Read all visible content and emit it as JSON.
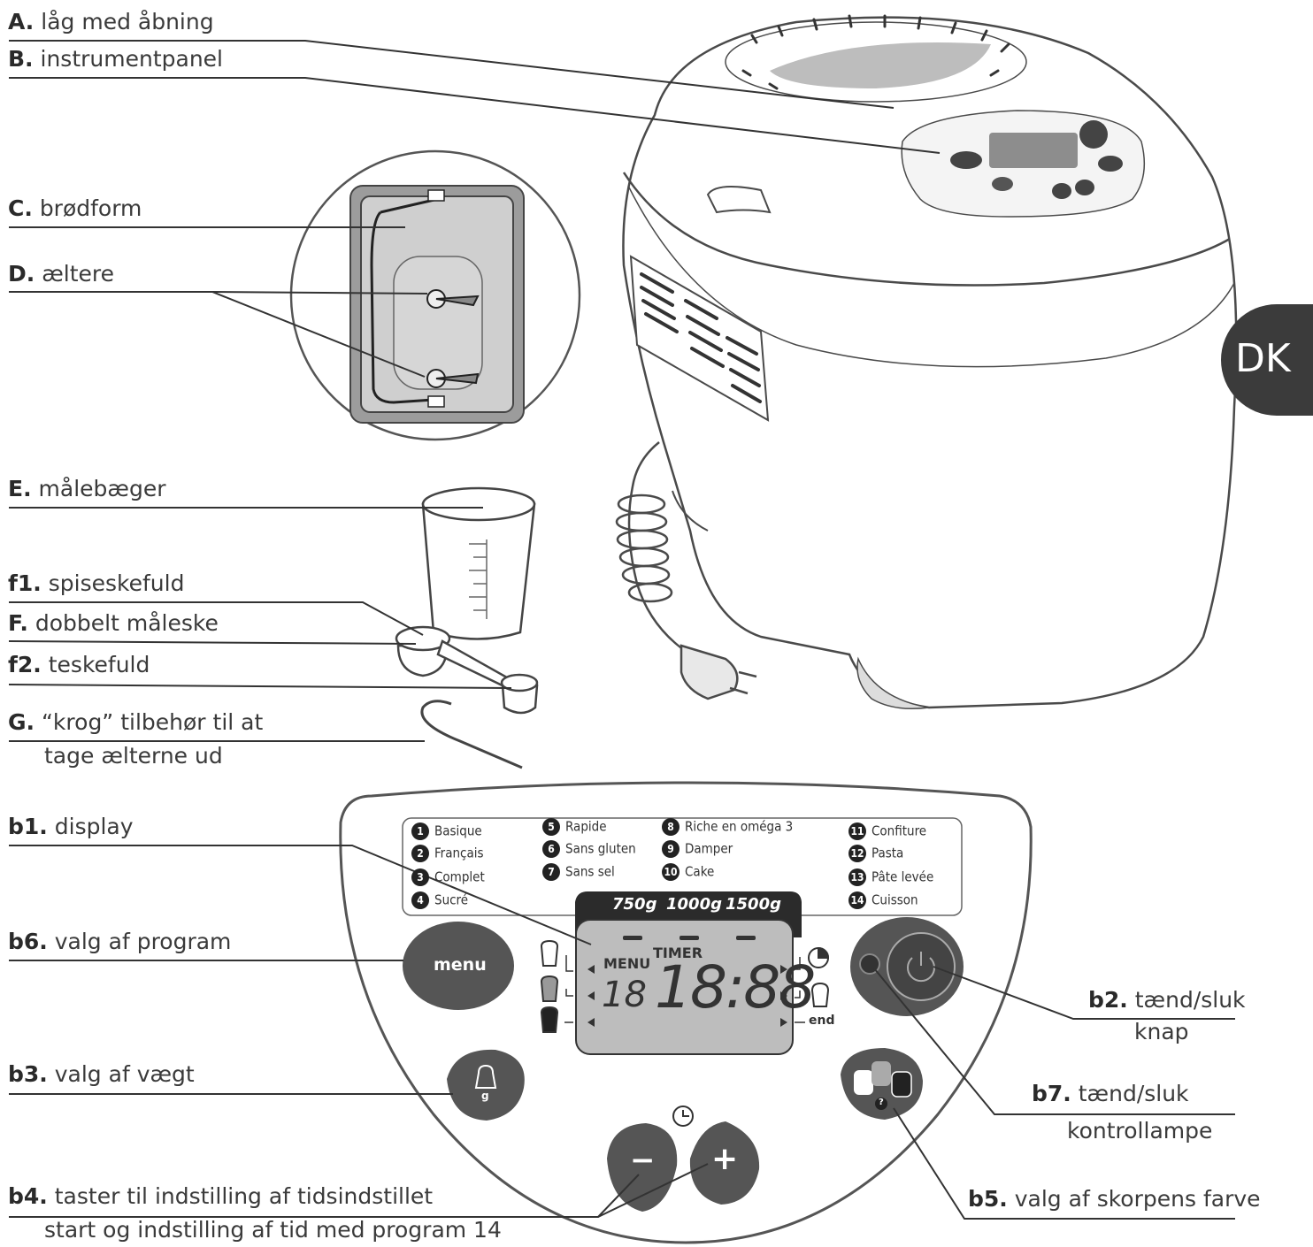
{
  "labels": {
    "A": {
      "letter": "A.",
      "text": "låg med åbning"
    },
    "B": {
      "letter": "B.",
      "text": "instrumentpanel"
    },
    "C": {
      "letter": "C.",
      "text": "brødform"
    },
    "D": {
      "letter": "D.",
      "text": "æltere"
    },
    "E": {
      "letter": "E.",
      "text": "målebæger"
    },
    "f1": {
      "letter": "f1.",
      "text": "spiseskefuld"
    },
    "F": {
      "letter": "F.",
      "text": "dobbelt måleske"
    },
    "f2": {
      "letter": "f2.",
      "text": "teskefuld"
    },
    "G": {
      "letter": "G.",
      "text": "“krog” tilbehør til at",
      "line2": "tage ælterne ud"
    },
    "b1": {
      "letter": "b1.",
      "text": "display"
    },
    "b6": {
      "letter": "b6.",
      "text": "valg af program"
    },
    "b3": {
      "letter": "b3.",
      "text": "valg af vægt"
    },
    "b4": {
      "letter": "b4.",
      "text": "taster til indstilling af tidsindstillet",
      "line2": "start og indstilling af tid med program 14"
    },
    "b2": {
      "letter": "b2.",
      "text": "tænd/sluk",
      "line2": "knap"
    },
    "b7": {
      "letter": "b7.",
      "text": "tænd/sluk",
      "line2": "kontrollampe"
    },
    "b5": {
      "letter": "b5.",
      "text": "valg af skorpens farve"
    }
  },
  "tab": "DK",
  "programs": [
    {
      "n": "1",
      "name": "Basique"
    },
    {
      "n": "2",
      "name": "Français"
    },
    {
      "n": "3",
      "name": "Complet"
    },
    {
      "n": "4",
      "name": "Sucré"
    },
    {
      "n": "5",
      "name": "Rapide"
    },
    {
      "n": "6",
      "name": "Sans gluten"
    },
    {
      "n": "7",
      "name": "Sans sel"
    },
    {
      "n": "8",
      "name": "Riche en oméga 3"
    },
    {
      "n": "9",
      "name": "Damper"
    },
    {
      "n": "10",
      "name": "Cake"
    },
    {
      "n": "11",
      "name": "Confiture"
    },
    {
      "n": "12",
      "name": "Pasta"
    },
    {
      "n": "13",
      "name": "Pâte levée"
    },
    {
      "n": "14",
      "name": "Cuisson"
    }
  ],
  "weights": [
    "750g",
    "1000g",
    "1500g"
  ],
  "lcd": {
    "menu": "MENU",
    "timer": "TIMER",
    "prog": "18",
    "time": "18:88",
    "end": "end"
  },
  "buttons": {
    "menu": "menu",
    "minus": "−",
    "plus": "+",
    "weight_unit": "g",
    "crust_help": "?"
  }
}
